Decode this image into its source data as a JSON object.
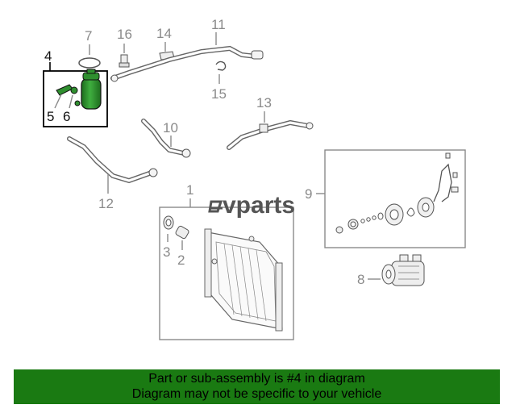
{
  "logo": {
    "text": "vparts"
  },
  "callouts": [
    {
      "label": "1"
    },
    {
      "label": "2"
    },
    {
      "label": "3"
    },
    {
      "label": "4"
    },
    {
      "label": "5"
    },
    {
      "label": "6"
    },
    {
      "label": "7"
    },
    {
      "label": "8"
    },
    {
      "label": "9"
    },
    {
      "label": "10"
    },
    {
      "label": "11"
    },
    {
      "label": "12"
    },
    {
      "label": "13"
    },
    {
      "label": "14"
    },
    {
      "label": "15"
    },
    {
      "label": "16"
    }
  ],
  "banner": {
    "line1": "Part or sub-assembly is #4 in diagram",
    "line2": "Diagram may not be specific to your vehicle",
    "color": "#1a7a12"
  },
  "highlight_color": "#2e8b2e"
}
